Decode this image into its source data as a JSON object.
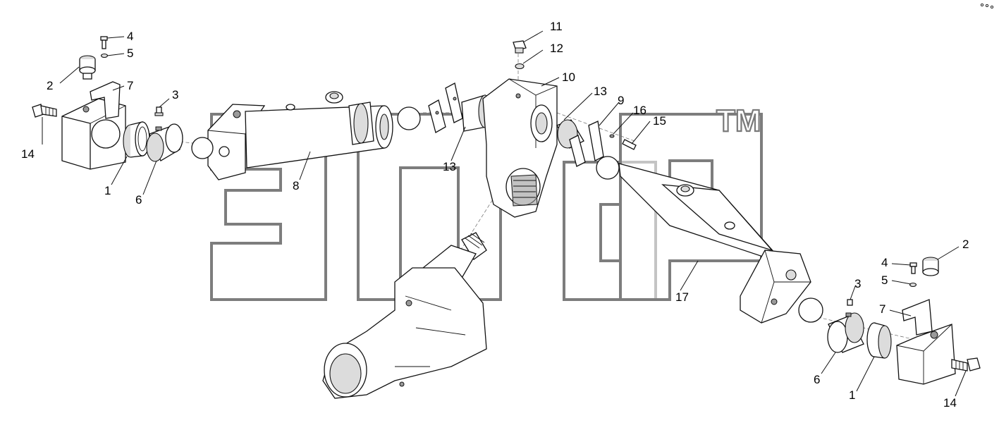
{
  "watermark": {
    "mark": "TM"
  },
  "callouts": [
    {
      "id": "c-4-left",
      "text": "4"
    },
    {
      "id": "c-5-left",
      "text": "5"
    },
    {
      "id": "c-2-left",
      "text": "2"
    },
    {
      "id": "c-7-left",
      "text": "7"
    },
    {
      "id": "c-3-left",
      "text": "3"
    },
    {
      "id": "c-14-left",
      "text": "14"
    },
    {
      "id": "c-1-left",
      "text": "1"
    },
    {
      "id": "c-6-left",
      "text": "6"
    },
    {
      "id": "c-8",
      "text": "8"
    },
    {
      "id": "c-11",
      "text": "11"
    },
    {
      "id": "c-12",
      "text": "12"
    },
    {
      "id": "c-10",
      "text": "10"
    },
    {
      "id": "c-13-top",
      "text": "13"
    },
    {
      "id": "c-9",
      "text": "9"
    },
    {
      "id": "c-16",
      "text": "16"
    },
    {
      "id": "c-15",
      "text": "15"
    },
    {
      "id": "c-13-bottom",
      "text": "13"
    },
    {
      "id": "c-17",
      "text": "17"
    },
    {
      "id": "c-2-right",
      "text": "2"
    },
    {
      "id": "c-4-right",
      "text": "4"
    },
    {
      "id": "c-5-right",
      "text": "5"
    },
    {
      "id": "c-3-right",
      "text": "3"
    },
    {
      "id": "c-7-right",
      "text": "7"
    },
    {
      "id": "c-6-right",
      "text": "6"
    },
    {
      "id": "c-1-right",
      "text": "1"
    },
    {
      "id": "c-14-right",
      "text": "14"
    }
  ]
}
